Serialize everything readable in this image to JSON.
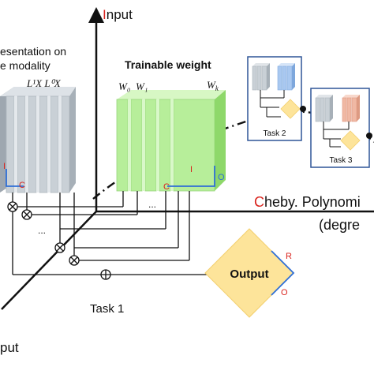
{
  "axes": {
    "input": {
      "initial": "I",
      "rest": "nput"
    },
    "cheby": {
      "initial": "C",
      "rest": "heby. Polynomi",
      "degree": "(degre"
    },
    "output": "put"
  },
  "left_block": {
    "title_line1": "esentation on",
    "title_line2": "e modality",
    "formula": "L¹X L⁰X",
    "port_i": "I",
    "port_c": "C"
  },
  "weight_block": {
    "title": "Trainable weight",
    "w0": "W₀",
    "w1": "W₁",
    "wk": "W",
    "wk_sub": "k",
    "port_i": "I",
    "port_c": "C",
    "port_o": "O",
    "ellipsis": "..."
  },
  "left_ellipsis": "...",
  "tasks": {
    "task1": "Task 1",
    "task2": "Task 2",
    "task3": "Task 3"
  },
  "output_node": {
    "label": "Output",
    "port_r": "R",
    "port_o": "O"
  },
  "colors": {
    "gray_slab": "#c9d0d6",
    "green_slab": "#b7ee9a",
    "blue_slab": "#a9c8f0",
    "salmon_slab": "#f0b8a4",
    "diamond": "#fde49a",
    "box_border": "#2f5597",
    "port_blue": "#2f6fd6",
    "port_red": "#d9231d"
  }
}
